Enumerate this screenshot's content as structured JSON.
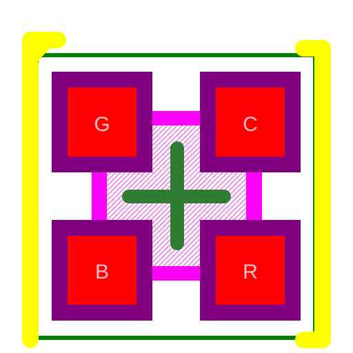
{
  "colors": {
    "background": "#ffffff",
    "silkscreen": "#ffff00",
    "courtyard": "#008000",
    "pad_outline": "#800080",
    "pad_copper": "#ff0000",
    "center_pad": "#ff00ff",
    "center_hatch": "#ff00ff",
    "polarity_mark": "#2e7d32",
    "label_text": "#ffc0cb"
  },
  "pads": [
    {
      "id": "tl",
      "label": "G"
    },
    {
      "id": "tr",
      "label": "C"
    },
    {
      "id": "bl",
      "label": "B"
    },
    {
      "id": "br",
      "label": "R"
    }
  ],
  "icons": {
    "center_mark": "plus-icon"
  }
}
